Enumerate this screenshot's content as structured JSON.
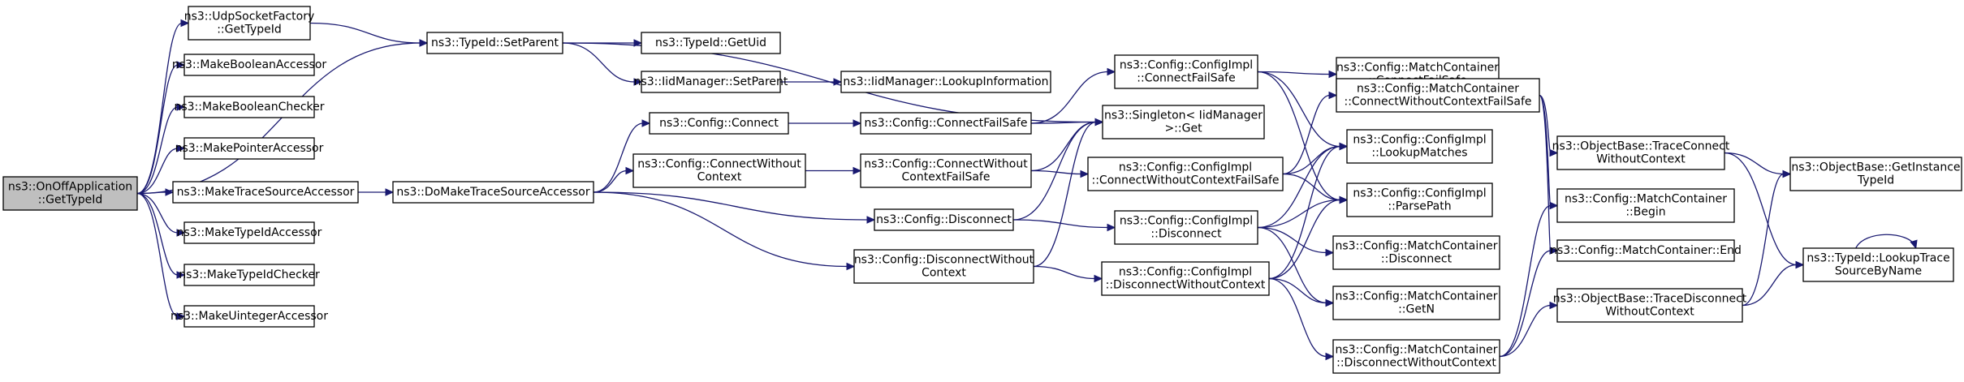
{
  "diagram": {
    "type": "call-graph",
    "edge_color": "#191970",
    "root_fill": "#bfbfbf",
    "nodes": [
      {
        "id": "root",
        "lines": [
          "ns3::OnOffApplication",
          "::GetTypeId"
        ],
        "root": true
      },
      {
        "id": "udp",
        "lines": [
          "ns3::UdpSocketFactory",
          "::GetTypeId"
        ]
      },
      {
        "id": "mba",
        "lines": [
          "ns3::MakeBooleanAccessor"
        ]
      },
      {
        "id": "mbc",
        "lines": [
          "ns3::MakeBooleanChecker"
        ]
      },
      {
        "id": "mpa",
        "lines": [
          "ns3::MakePointerAccessor"
        ]
      },
      {
        "id": "mtsa",
        "lines": [
          "ns3::MakeTraceSourceAccessor"
        ]
      },
      {
        "id": "mtia",
        "lines": [
          "ns3::MakeTypeIdAccessor"
        ]
      },
      {
        "id": "mtic",
        "lines": [
          "ns3::MakeTypeIdChecker"
        ]
      },
      {
        "id": "mua",
        "lines": [
          "ns3::MakeUintegerAccessor"
        ]
      },
      {
        "id": "setparent",
        "lines": [
          "ns3::TypeId::SetParent"
        ]
      },
      {
        "id": "getuid",
        "lines": [
          "ns3::TypeId::GetUid"
        ]
      },
      {
        "id": "iidset",
        "lines": [
          "ns3::IidManager::SetParent"
        ]
      },
      {
        "id": "iidlookup",
        "lines": [
          "ns3::IidManager::LookupInformation"
        ]
      },
      {
        "id": "dmtsa",
        "lines": [
          "ns3::DoMakeTraceSourceAccessor"
        ]
      },
      {
        "id": "cconnect",
        "lines": [
          "ns3::Config::Connect"
        ]
      },
      {
        "id": "ccwc",
        "lines": [
          "ns3::Config::ConnectWithout",
          "Context"
        ]
      },
      {
        "id": "cdisc",
        "lines": [
          "ns3::Config::Disconnect"
        ]
      },
      {
        "id": "cdwc",
        "lines": [
          "ns3::Config::DisconnectWithout",
          "Context"
        ]
      },
      {
        "id": "ccfs",
        "lines": [
          "ns3::Config::ConnectFailSafe"
        ]
      },
      {
        "id": "ccwcfs",
        "lines": [
          "ns3::Config::ConnectWithout",
          "ContextFailSafe"
        ]
      },
      {
        "id": "cicfs",
        "lines": [
          "ns3::Config::ConfigImpl",
          "::ConnectFailSafe"
        ]
      },
      {
        "id": "singleton",
        "lines": [
          "ns3::Singleton< IidManager",
          " >::Get"
        ]
      },
      {
        "id": "cicwcfs",
        "lines": [
          "ns3::Config::ConfigImpl",
          "::ConnectWithoutContextFailSafe"
        ]
      },
      {
        "id": "cidisc",
        "lines": [
          "ns3::Config::ConfigImpl",
          "::Disconnect"
        ]
      },
      {
        "id": "cidwc",
        "lines": [
          "ns3::Config::ConfigImpl",
          "::DisconnectWithoutContext"
        ]
      },
      {
        "id": "mccfs",
        "lines": [
          "ns3::Config::MatchContainer",
          "::ConnectFailSafe"
        ]
      },
      {
        "id": "mccwcfs",
        "lines": [
          "ns3::Config::MatchContainer",
          "::ConnectWithoutContextFailSafe"
        ]
      },
      {
        "id": "cilm",
        "lines": [
          "ns3::Config::ConfigImpl",
          "::LookupMatches"
        ]
      },
      {
        "id": "cipp",
        "lines": [
          "ns3::Config::ConfigImpl",
          "::ParsePath"
        ]
      },
      {
        "id": "mcdisc",
        "lines": [
          "ns3::Config::MatchContainer",
          "::Disconnect"
        ]
      },
      {
        "id": "mcgetn",
        "lines": [
          "ns3::Config::MatchContainer",
          "::GetN"
        ]
      },
      {
        "id": "mcdwc",
        "lines": [
          "ns3::Config::MatchContainer",
          "::DisconnectWithoutContext"
        ]
      },
      {
        "id": "obtcwc",
        "lines": [
          "ns3::ObjectBase::TraceConnect",
          "WithoutContext"
        ]
      },
      {
        "id": "mcbegin",
        "lines": [
          "ns3::Config::MatchContainer",
          "::Begin"
        ]
      },
      {
        "id": "mcend",
        "lines": [
          "ns3::Config::MatchContainer::End"
        ]
      },
      {
        "id": "obtdwc",
        "lines": [
          "ns3::ObjectBase::TraceDisconnect",
          "WithoutContext"
        ]
      },
      {
        "id": "obgit",
        "lines": [
          "ns3::ObjectBase::GetInstance",
          "TypeId"
        ]
      },
      {
        "id": "tilts",
        "lines": [
          "ns3::TypeId::LookupTrace",
          "SourceByName"
        ]
      }
    ],
    "edges": [
      [
        "root",
        "udp"
      ],
      [
        "root",
        "mba"
      ],
      [
        "root",
        "mbc"
      ],
      [
        "root",
        "mpa"
      ],
      [
        "root",
        "mtsa"
      ],
      [
        "root",
        "mtia"
      ],
      [
        "root",
        "mtic"
      ],
      [
        "root",
        "mua"
      ],
      [
        "root",
        "setparent"
      ],
      [
        "udp",
        "setparent"
      ],
      [
        "setparent",
        "getuid"
      ],
      [
        "setparent",
        "iidset"
      ],
      [
        "setparent",
        "singleton"
      ],
      [
        "iidset",
        "iidlookup"
      ],
      [
        "mtsa",
        "dmtsa"
      ],
      [
        "dmtsa",
        "cconnect"
      ],
      [
        "dmtsa",
        "ccwc"
      ],
      [
        "dmtsa",
        "cdisc"
      ],
      [
        "dmtsa",
        "cdwc"
      ],
      [
        "cconnect",
        "ccfs"
      ],
      [
        "ccwc",
        "ccwcfs"
      ],
      [
        "ccfs",
        "cicfs"
      ],
      [
        "ccfs",
        "singleton"
      ],
      [
        "ccwcfs",
        "singleton"
      ],
      [
        "ccwcfs",
        "cicwcfs"
      ],
      [
        "cdisc",
        "singleton"
      ],
      [
        "cdisc",
        "cidisc"
      ],
      [
        "cdwc",
        "singleton"
      ],
      [
        "cdwc",
        "cidwc"
      ],
      [
        "cicfs",
        "mccfs"
      ],
      [
        "cicfs",
        "cilm"
      ],
      [
        "cicfs",
        "cipp"
      ],
      [
        "cicwcfs",
        "mccwcfs"
      ],
      [
        "cicwcfs",
        "cilm"
      ],
      [
        "cicwcfs",
        "cipp"
      ],
      [
        "cidisc",
        "cilm"
      ],
      [
        "cidisc",
        "cipp"
      ],
      [
        "cidisc",
        "mcdisc"
      ],
      [
        "cidisc",
        "mcgetn"
      ],
      [
        "cidwc",
        "cilm"
      ],
      [
        "cidwc",
        "cipp"
      ],
      [
        "cidwc",
        "mcgetn"
      ],
      [
        "cidwc",
        "mcdwc"
      ],
      [
        "mccwcfs",
        "obtcwc"
      ],
      [
        "mccwcfs",
        "mcbegin"
      ],
      [
        "mccwcfs",
        "mcend"
      ],
      [
        "mcdwc",
        "mcbegin"
      ],
      [
        "mcdwc",
        "mcend"
      ],
      [
        "mcdwc",
        "obtdwc"
      ],
      [
        "obtcwc",
        "obgit"
      ],
      [
        "obtcwc",
        "tilts"
      ],
      [
        "obtdwc",
        "obgit"
      ],
      [
        "obtdwc",
        "tilts"
      ],
      [
        "tilts",
        "tilts"
      ]
    ]
  }
}
